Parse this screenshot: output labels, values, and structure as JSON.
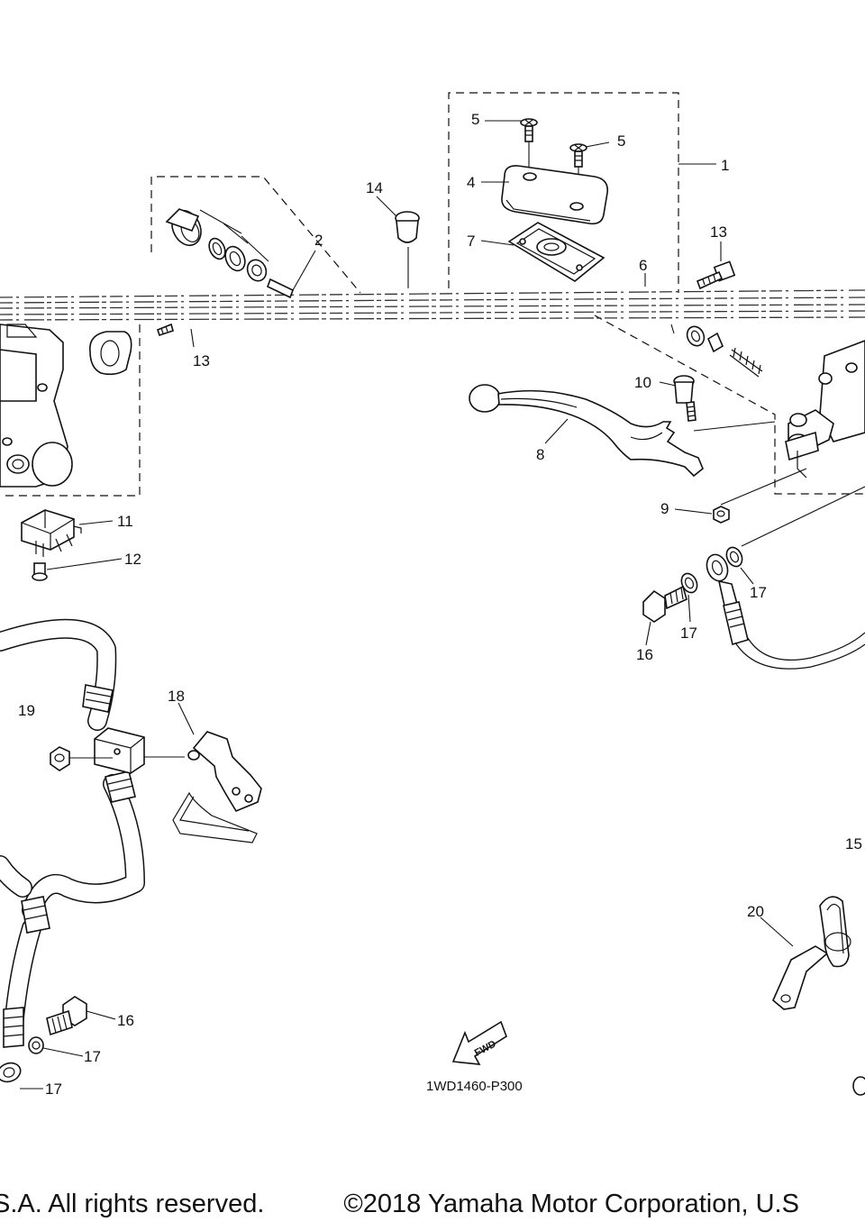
{
  "diagram": {
    "callouts": [
      "1",
      "2",
      "4",
      "5",
      "5",
      "6",
      "7",
      "8",
      "9",
      "10",
      "11",
      "12",
      "13",
      "13",
      "14",
      "15",
      "16",
      "16",
      "17",
      "17",
      "17",
      "17",
      "18",
      "19",
      "20"
    ],
    "drawing_code": "1WD1460-P300",
    "direction_arrow": "FWD"
  },
  "footer": {
    "left": "S.A. All rights reserved.",
    "right": "©2018 Yamaha Motor Corporation, U.S"
  }
}
